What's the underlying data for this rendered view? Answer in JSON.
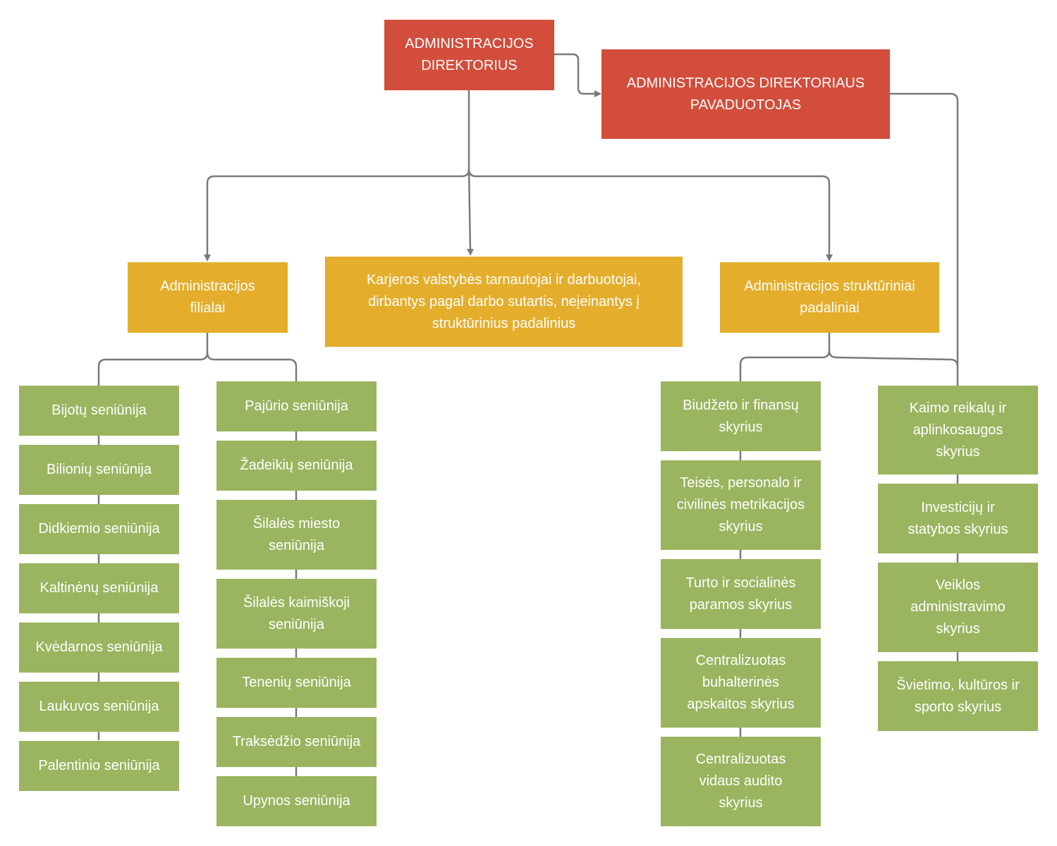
{
  "colors": {
    "red": "#d24d3b",
    "yellow": "#e4ae2c",
    "green": "#9bb45f",
    "connector": "#7a7a7a"
  },
  "director": "ADMINISTRACIJOS DIREKTORIUS",
  "deputy": "ADMINISTRACIJOS DIREKTORIAUS PAVADUOTOJAS",
  "branches": "Administracijos filialai",
  "career": "Karjeros valstybės tarnautojai ir darbuotojai, dirbantys pagal darbo sutartis, neįeinantys į struktūrinius padalinius",
  "structural": "Administracijos struktūriniai padaliniai",
  "branches_col1": [
    "Bijotų seniūnija",
    "Bilionių seniūnija",
    "Didkiemio seniūnija",
    "Kaltinėnų seniūnija",
    "Kvėdarnos seniūnija",
    "Laukuvos seniūnija",
    "Palentinio seniūnija"
  ],
  "branches_col2": [
    "Pajūrio seniūnija",
    "Žadeikių seniūnija",
    "Šilalės miesto seniūnija",
    "Šilalės kaimiškoji seniūnija",
    "Tenenių seniūnija",
    "Traksėdžio seniūnija",
    "Upynos seniūnija"
  ],
  "depts_col1": [
    "Biudžeto ir finansų skyrius",
    "Teisės, personalo ir civilinės metrikacijos skyrius",
    "Turto ir socialinės paramos skyrius",
    "Centralizuotas buhalterinės apskaitos skyrius",
    "Centralizuotas vidaus audito skyrius"
  ],
  "depts_col2": [
    "Kaimo reikalų ir aplinkosaugos skyrius",
    "Investicijų ir statybos skyrius",
    "Veiklos administravimo skyrius",
    "Švietimo, kultūros ir sporto skyrius"
  ]
}
